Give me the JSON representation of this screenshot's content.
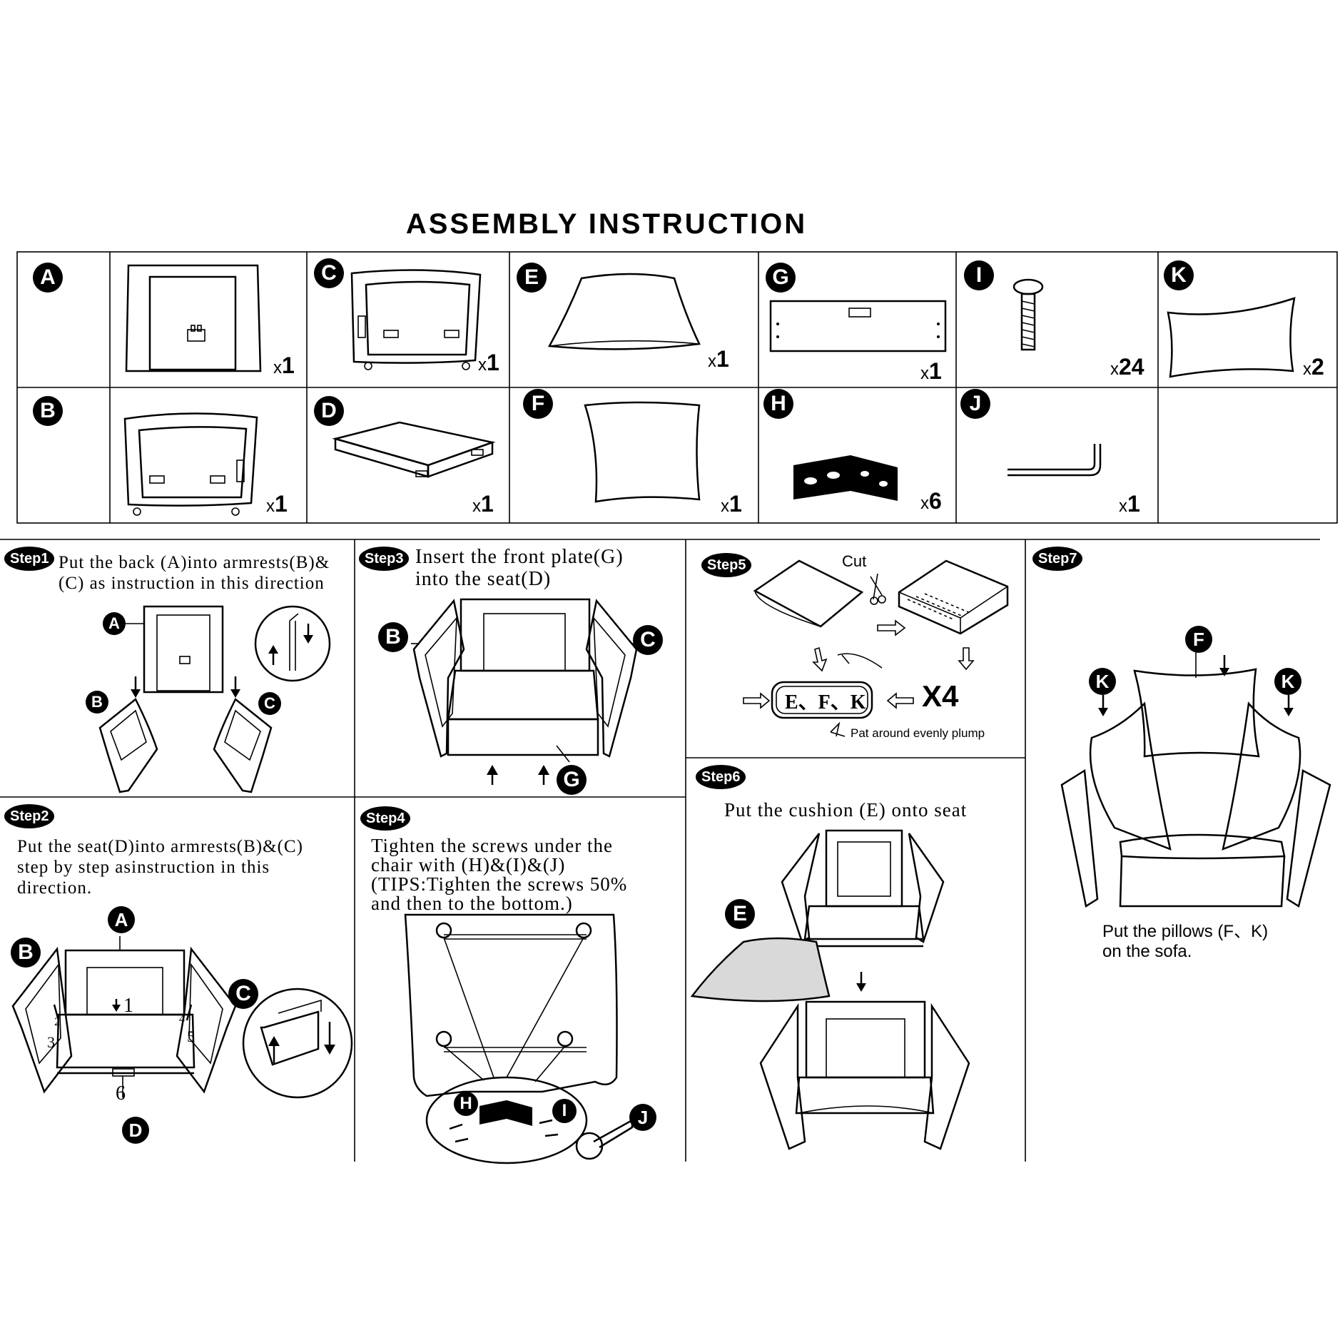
{
  "title": "ASSEMBLY INSTRUCTION",
  "parts": [
    {
      "letter": "A",
      "qty": "1"
    },
    {
      "letter": "B",
      "qty": "1"
    },
    {
      "letter": "C",
      "qty": "1"
    },
    {
      "letter": "D",
      "qty": "1"
    },
    {
      "letter": "E",
      "qty": "1"
    },
    {
      "letter": "F",
      "qty": "1"
    },
    {
      "letter": "G",
      "qty": "1"
    },
    {
      "letter": "H",
      "qty": "6"
    },
    {
      "letter": "I",
      "qty": "24"
    },
    {
      "letter": "J",
      "qty": "1"
    },
    {
      "letter": "K",
      "qty": "2"
    }
  ],
  "qty_prefix": "x",
  "steps": {
    "step1": {
      "label": "Step1",
      "text": "Put the back (A)into armrests(B)&\n(C) as instruction in this direction"
    },
    "step2": {
      "label": "Step2",
      "text": "Put the seat(D)into armrests(B)&(C)\n step by step asinstruction in this\ndirection."
    },
    "step3": {
      "label": "Step3",
      "text": "Insert the front plate(G)\ninto the seat(D)"
    },
    "step4": {
      "label": "Step4",
      "text": "Tighten the screws under the\nchair with (H)&(I)&(J)\n  (TIPS:Tighten the screws 50%\n and then to the bottom.)"
    },
    "step5": {
      "label": "Step5",
      "cut": "Cut",
      "efk": "E、F、K",
      "x4": "X4",
      "pat": "Pat around evenly plump"
    },
    "step6": {
      "label": "Step6",
      "text": "Put the cushion (E) onto seat"
    },
    "step7": {
      "label": "Step7",
      "text": "Put the pillows (F、K)\non the sofa."
    }
  },
  "diagram_labels": {
    "A": "A",
    "B": "B",
    "C": "C",
    "D": "D",
    "E": "E",
    "F": "F",
    "G": "G",
    "H": "H",
    "I": "I",
    "J": "J",
    "K": "K",
    "n1": "1",
    "n2": "2",
    "n3": "3",
    "n4": "4",
    "n5": "5",
    "n6": "6"
  }
}
